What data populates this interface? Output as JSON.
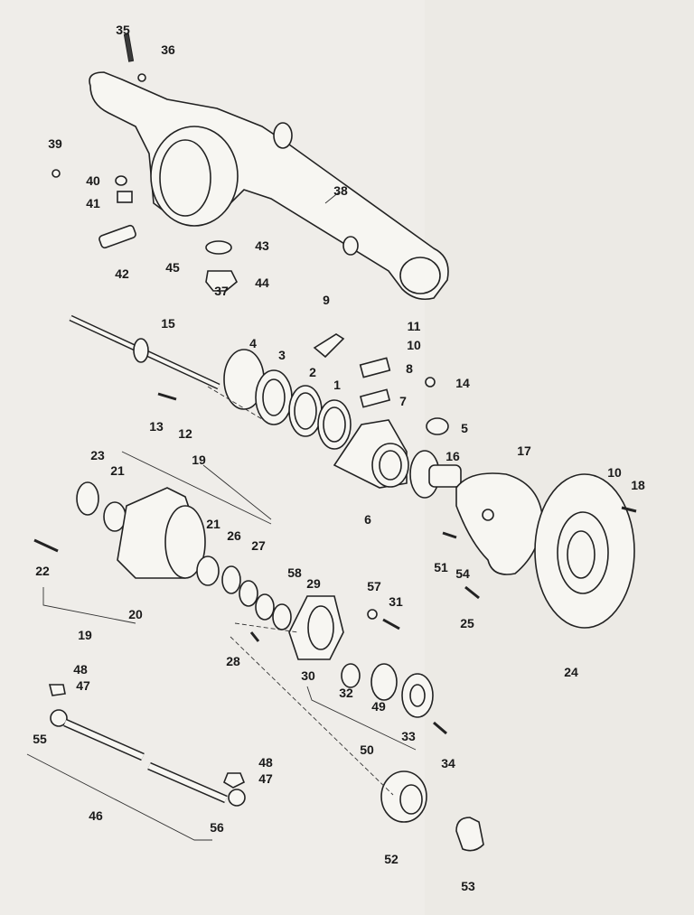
{
  "title": "Front axle exploded view",
  "callouts": [
    "35",
    "36",
    "39",
    "40",
    "41",
    "42",
    "45",
    "37",
    "43",
    "44",
    "38",
    "15",
    "9",
    "11",
    "10",
    "8",
    "14",
    "7",
    "5",
    "4",
    "3",
    "2",
    "1",
    "13",
    "12",
    "16",
    "17",
    "6",
    "23",
    "21",
    "19",
    "10",
    "18",
    "21",
    "26",
    "27",
    "22",
    "20",
    "19",
    "51",
    "54",
    "58",
    "29",
    "57",
    "31",
    "25",
    "24",
    "28",
    "30",
    "32",
    "49",
    "48",
    "47",
    "33",
    "50",
    "34",
    "55",
    "48",
    "47",
    "46",
    "56",
    "52",
    "53"
  ]
}
